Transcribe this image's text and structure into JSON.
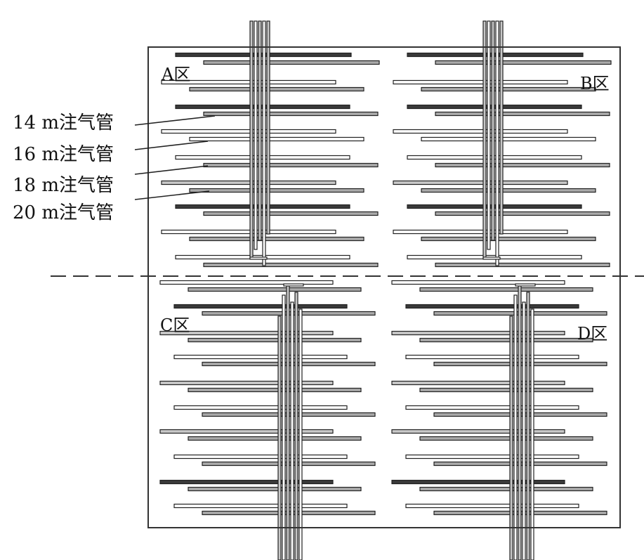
{
  "zones": {
    "a": "A区",
    "b": "B区",
    "c": "C区",
    "d": "D区"
  },
  "pipe_labels": [
    "14 m注气管",
    "16 m注气管",
    "18 m注气管",
    "20 m注气管"
  ],
  "colors": {
    "stroke": "#222222",
    "light_fill": "#ffffff",
    "mid_fill": "#c8c8c8",
    "gray_fill": "#a9a9a9",
    "dark_fill": "#3a3a3a"
  }
}
